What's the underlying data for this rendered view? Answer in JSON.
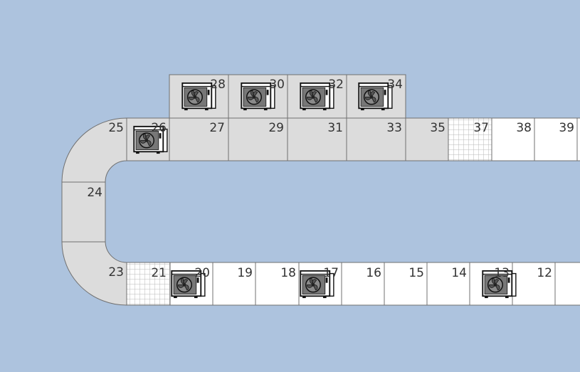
{
  "colors": {
    "background": "#adc3de",
    "occupied_cell": "#dcdcdc",
    "free_cell": "#ffffff",
    "cell_border": "#707070",
    "grid_pattern": "#b8b8b8"
  },
  "unit_icon": "air-conditioner-outdoor-unit-icon",
  "cells": [
    {
      "id": "12",
      "label": "12",
      "status": "free",
      "unit": false
    },
    {
      "id": "13",
      "label": "13",
      "status": "free",
      "unit": true
    },
    {
      "id": "14",
      "label": "14",
      "status": "free",
      "unit": false
    },
    {
      "id": "15",
      "label": "15",
      "status": "free",
      "unit": false
    },
    {
      "id": "16",
      "label": "16",
      "status": "free",
      "unit": false
    },
    {
      "id": "17",
      "label": "17",
      "status": "free",
      "unit": true
    },
    {
      "id": "18",
      "label": "18",
      "status": "free",
      "unit": false
    },
    {
      "id": "19",
      "label": "19",
      "status": "free",
      "unit": false
    },
    {
      "id": "20",
      "label": "20",
      "status": "free",
      "unit": true
    },
    {
      "id": "21",
      "label": "21",
      "status": "grid",
      "unit": false
    },
    {
      "id": "23",
      "label": "23",
      "status": "occupied",
      "unit": false
    },
    {
      "id": "24",
      "label": "24",
      "status": "occupied",
      "unit": false
    },
    {
      "id": "25",
      "label": "25",
      "status": "occupied",
      "unit": false
    },
    {
      "id": "26",
      "label": "26",
      "status": "occupied",
      "unit": true
    },
    {
      "id": "27",
      "label": "27",
      "status": "occupied",
      "unit": false
    },
    {
      "id": "28",
      "label": "28",
      "status": "occupied",
      "unit": true
    },
    {
      "id": "29",
      "label": "29",
      "status": "occupied",
      "unit": false
    },
    {
      "id": "30",
      "label": "30",
      "status": "occupied",
      "unit": true
    },
    {
      "id": "31",
      "label": "31",
      "status": "occupied",
      "unit": false
    },
    {
      "id": "32",
      "label": "32",
      "status": "occupied",
      "unit": true
    },
    {
      "id": "33",
      "label": "33",
      "status": "occupied",
      "unit": false
    },
    {
      "id": "34",
      "label": "34",
      "status": "occupied",
      "unit": true
    },
    {
      "id": "35",
      "label": "35",
      "status": "occupied",
      "unit": false
    },
    {
      "id": "37",
      "label": "37",
      "status": "grid",
      "unit": false
    },
    {
      "id": "38",
      "label": "38",
      "status": "free",
      "unit": false
    },
    {
      "id": "39",
      "label": "39",
      "status": "free",
      "unit": false
    }
  ]
}
